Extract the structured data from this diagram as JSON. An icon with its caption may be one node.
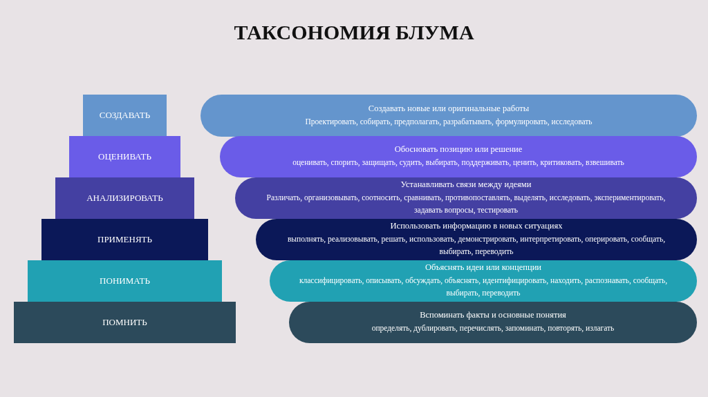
{
  "diagram": {
    "title": "ТАКСОНОМИЯ БЛУМА",
    "nodes": [
      {
        "text": [
          "СОЗДАВАТЬ"
        ]
      },
      {
        "text": [
          "ОЦЕНИВАТЬ"
        ]
      },
      {
        "text": [
          "АНАЛИЗИРОВАТЬ"
        ]
      },
      {
        "text": [
          "ПРИМЕНЯТЬ"
        ]
      },
      {
        "text": [
          "ПОНИМАТЬ"
        ]
      },
      {
        "text": [
          "ПОМНИТЬ"
        ]
      },
      {
        "text": [
          "Создавать новые или оригинальные работы",
          "Проектировать, собирать, предполагать, разрабатывать, формулировать, исследовать"
        ]
      },
      {
        "text": [
          "Обосновать позицию или решение",
          "оценивать, спорить, защищать, судить, выбирать, поддерживать, ценить, критиковать, взвешивать"
        ]
      },
      {
        "text": [
          "Устанавливать связи между идеями",
          "Различать, организовывать, соотносить, сравнивать, противопоставлять, выделять, исследовать, экспериментировать, задавать вопросы, тестировать"
        ]
      },
      {
        "text": [
          "Использовать информацию в новых ситуациях",
          "выполнять, реализовывать, решать, использовать, демонстрировать, интерпретировать, оперировать, сообщать, выбирать, переводить"
        ]
      },
      {
        "text": [
          "Объяснять идеи или концепции",
          "классифицировать, описывать, обсуждать, объяснять, идентифицировать, находить, распознавать, сообщать, выбирать, переводить"
        ]
      },
      {
        "text": [
          "Вспоминать факты и основные понятия",
          "определять, дублировать, перечислять, запоминать, повторять, излагать"
        ]
      }
    ]
  }
}
